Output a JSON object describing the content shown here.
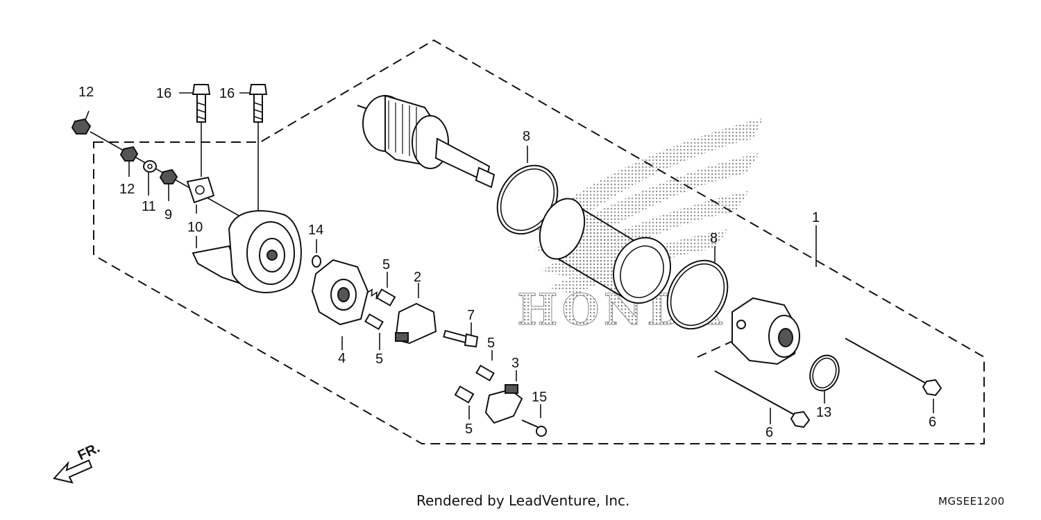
{
  "labels": {
    "p1": "1",
    "p2": "2",
    "p3": "3",
    "p4": "4",
    "p5a": "5",
    "p5b": "5",
    "p5c": "5",
    "p5d": "5",
    "p6a": "6",
    "p6b": "6",
    "p7": "7",
    "p8a": "8",
    "p8b": "8",
    "p9": "9",
    "p10": "10",
    "p11": "11",
    "p12a": "12",
    "p12b": "12",
    "p13": "13",
    "p14": "14",
    "p15": "15",
    "p16a": "16",
    "p16b": "16"
  },
  "footer": {
    "credit": "Rendered by LeadVenture, Inc.",
    "code": "MGSEE1200",
    "front": "FR."
  },
  "watermark": {
    "text": "HONDA"
  },
  "colors": {
    "ink": "#111111",
    "watermark": "#9a9a9a"
  }
}
